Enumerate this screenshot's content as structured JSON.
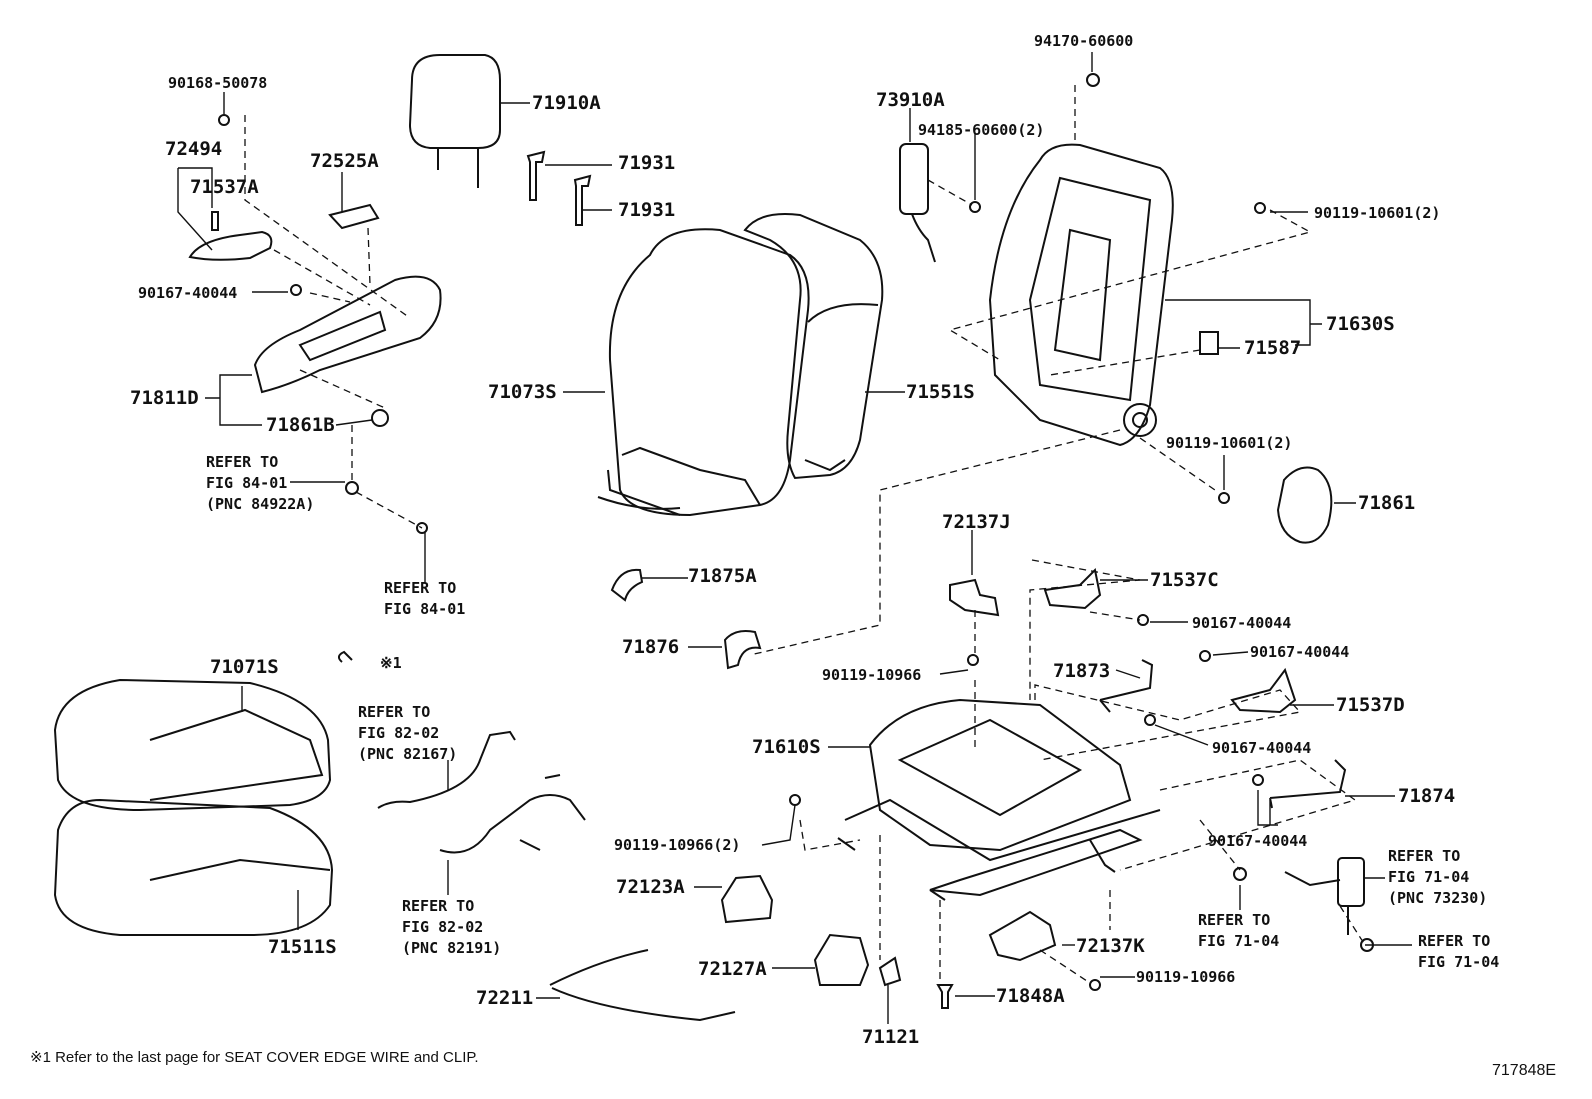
{
  "diagram": {
    "labels": {
      "p90168_50078": "90168-50078",
      "p72494": "72494",
      "p71537A": "71537A",
      "p72525A": "72525A",
      "p71910A": "71910A",
      "p71931a": "71931",
      "p71931b": "71931",
      "p73910A": "73910A",
      "p94170_60600": "94170-60600",
      "p94185_60600": "94185-60600(2)",
      "p90119_10601a": "90119-10601(2)",
      "p71630S": "71630S",
      "p71587": "71587",
      "p90167_40044a": "90167-40044",
      "p71811D": "71811D",
      "p71861B": "71861B",
      "p71073S": "71073S",
      "p71551S": "71551S",
      "p90119_10601b": "90119-10601(2)",
      "p71861": "71861",
      "p72137J": "72137J",
      "p71537C": "71537C",
      "p71875A": "71875A",
      "p90167_40044b": "90167-40044",
      "p90167_40044c": "90167-40044",
      "p71876": "71876",
      "p90119_10966a": "90119-10966",
      "p71873": "71873",
      "p71537D": "71537D",
      "p71071S": "71071S",
      "p71610S": "71610S",
      "p90167_40044d": "90167-40044",
      "p71874": "71874",
      "p90167_40044e": "90167-40044",
      "p90119_10966b": "90119-10966(2)",
      "p72123A": "72123A",
      "p71511S": "71511S",
      "p72137K": "72137K",
      "p72127A": "72127A",
      "p90119_10966c": "90119-10966",
      "p72211": "72211",
      "p71848A": "71848A",
      "p71121": "71121",
      "note_marker": "※1"
    },
    "refs": {
      "r1": "REFER TO\nFIG 84-01\n(PNC 84922A)",
      "r2": "REFER TO\nFIG 84-01",
      "r3": "REFER TO\nFIG 82-02\n(PNC 82167)",
      "r4": "REFER TO\nFIG 82-02\n(PNC 82191)",
      "r5": "REFER TO\nFIG 71-04\n(PNC 73230)",
      "r6": "REFER TO\nFIG 71-04",
      "r7": "REFER TO\nFIG 71-04"
    },
    "footnote": "※1  Refer to the last page for SEAT COVER EDGE WIRE and CLIP.",
    "figure_number": "717848E"
  }
}
